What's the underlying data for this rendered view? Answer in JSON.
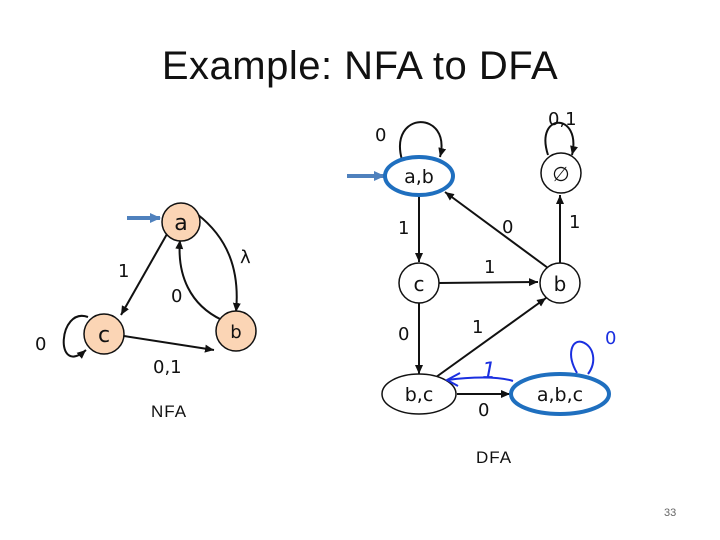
{
  "slide": {
    "title": "Example: NFA to DFA",
    "page_number": "33"
  },
  "nfa": {
    "caption": "NFA",
    "states": {
      "a": "a",
      "b": "b",
      "c": "c"
    },
    "transitions": {
      "a_to_c": "1",
      "a_to_b": "λ",
      "b_to_a": "0",
      "c_to_b": "0,1",
      "c_self": "0"
    }
  },
  "dfa": {
    "caption": "DFA",
    "states": {
      "ab": "a,b",
      "empty": "∅",
      "c": "c",
      "b": "b",
      "bc": "b,c",
      "abc": "a,b,c"
    },
    "transitions": {
      "ab_self": "0",
      "empty_self": "0,1",
      "ab_to_c": "1",
      "b_to_ab": "0",
      "b_to_empty": "1",
      "c_to_b": "1",
      "c_to_bc": "0",
      "bc_to_b": "1",
      "bc_to_abc": "0"
    },
    "handwritten": {
      "abc_to_bc": "1",
      "abc_self": "0"
    }
  },
  "colors": {
    "state_fill_nfa": "#FBD5B5",
    "accent_blue": "#4F81BD",
    "border_blue": "#1F6FBF",
    "ink_blue": "#1A2FE0"
  }
}
